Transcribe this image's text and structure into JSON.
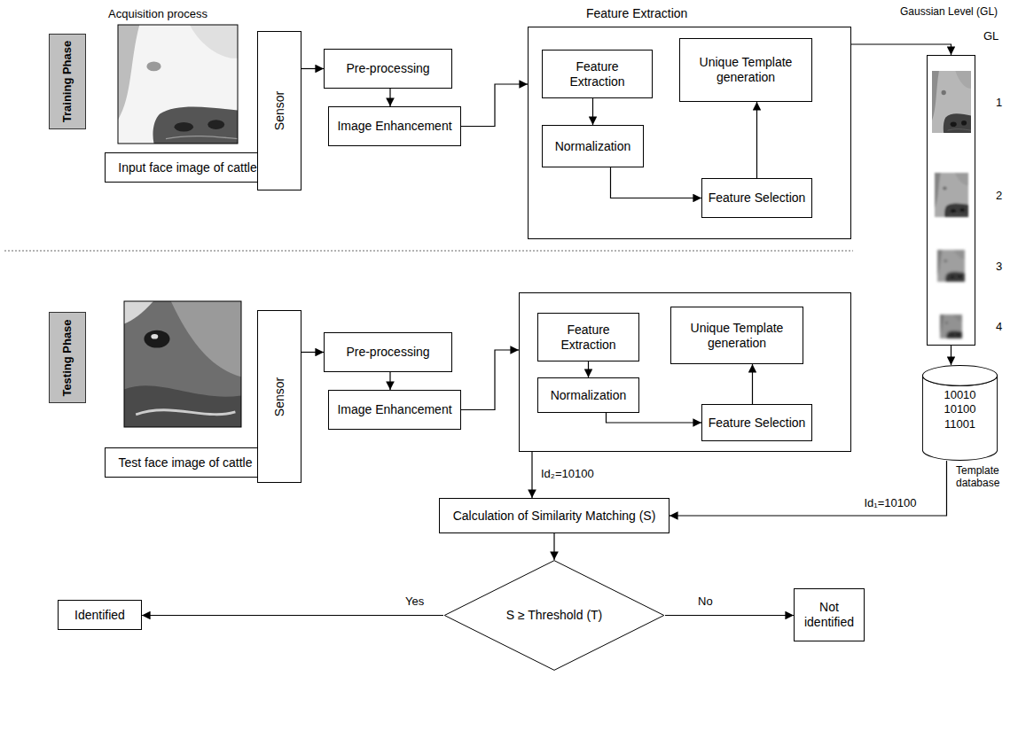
{
  "diagram": {
    "nodes": [
      {
        "text": [
          "Training Phase"
        ]
      },
      {
        "text": [
          "Input face image of cattle"
        ]
      },
      {
        "text": [
          "Sensor"
        ]
      },
      {
        "text": [
          "Pre-processing"
        ]
      },
      {
        "text": [
          "Image Enhancement"
        ]
      },
      {
        "text": [
          "Feature Extraction"
        ]
      },
      {
        "text": [
          "Feature Extraction"
        ],
        "in": 5
      },
      {
        "text": [
          "Unique Template generation"
        ],
        "in": 5
      },
      {
        "text": [
          "Normalization"
        ],
        "in": 5
      },
      {
        "text": [
          "Feature Selection"
        ],
        "in": 5
      },
      {
        "text": [
          "GL",
          "1",
          "2",
          "3",
          "4"
        ]
      },
      {
        "text": [
          "Testing Phase"
        ]
      },
      {
        "text": [
          "Test face image of cattle"
        ]
      },
      {
        "text": [
          "Sensor"
        ]
      },
      {
        "text": [
          "Pre-processing"
        ]
      },
      {
        "text": [
          "Image Enhancement"
        ]
      },
      {
        "text": []
      },
      {
        "text": [
          "Feature Extraction"
        ],
        "in": 16
      },
      {
        "text": [
          "Unique Template generation"
        ],
        "in": 16
      },
      {
        "text": [
          "Normalization"
        ],
        "in": 16
      },
      {
        "text": [
          "Feature Selection"
        ],
        "in": 16
      },
      {
        "text": [
          "10010",
          "10100",
          "11001",
          "Template database"
        ]
      },
      {
        "text": [
          "Calculation of Similarity Matching (S)"
        ]
      },
      {
        "text": [
          "S ≥ Threshold (T)"
        ]
      },
      {
        "text": [
          "Identified"
        ]
      },
      {
        "text": [
          "Not identified"
        ]
      }
    ],
    "edges": [
      {
        "from": 2,
        "to": 3,
        "arrow": "to"
      },
      {
        "from": 3,
        "to": 4,
        "arrow": "to"
      },
      {
        "from": 4,
        "to": 5,
        "arrow": "to"
      },
      {
        "from": 6,
        "to": 8,
        "arrow": "to"
      },
      {
        "from": 8,
        "to": 9,
        "arrow": "to"
      },
      {
        "from": 9,
        "to": 7,
        "arrow": "to"
      },
      {
        "from": 5,
        "to": 10,
        "arrow": "to"
      },
      {
        "from": 10,
        "to": 21,
        "arrow": "to"
      },
      {
        "from": 13,
        "to": 14,
        "arrow": "to"
      },
      {
        "from": 14,
        "to": 15,
        "arrow": "to"
      },
      {
        "from": 15,
        "to": 16,
        "arrow": "to"
      },
      {
        "from": 17,
        "to": 19,
        "arrow": "to"
      },
      {
        "from": 19,
        "to": 20,
        "arrow": "to"
      },
      {
        "from": 20,
        "to": 18,
        "arrow": "to"
      },
      {
        "from": 16,
        "to": 22,
        "label": "Id₂=10100",
        "arrow": "to"
      },
      {
        "from": 21,
        "to": 22,
        "label": "Id₁=10100",
        "arrow": "to"
      },
      {
        "from": 22,
        "to": 23,
        "arrow": "to"
      },
      {
        "from": 23,
        "to": 24,
        "label": "Yes",
        "arrow": "to"
      },
      {
        "from": 23,
        "to": 25,
        "label": "No",
        "arrow": "to"
      }
    ],
    "labels": [
      "Acquisition process",
      "Gaussian Level (GL)"
    ]
  }
}
